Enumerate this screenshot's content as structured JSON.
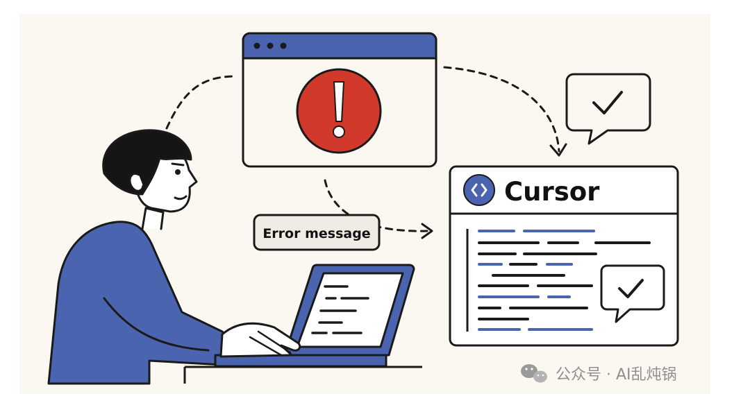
{
  "scene": {
    "error_window": {
      "icon": "exclamation-icon"
    },
    "error_tag": {
      "label": "Error message"
    },
    "cursor_panel": {
      "title": "Cursor",
      "logo": "cursor-logo-icon"
    },
    "chat_bubbles": {
      "icon": "check-icon"
    },
    "watermark": {
      "icon": "wechat-icon",
      "text": "公众号 · AI乱炖锅"
    }
  },
  "colors": {
    "background": "#fbf8f1",
    "outline": "#1a1a1a",
    "accent_blue": "#4a64b0",
    "error_red": "#d0392b",
    "tag_fill": "#efece6",
    "skin": "#ffffff",
    "hair": "#151515"
  }
}
